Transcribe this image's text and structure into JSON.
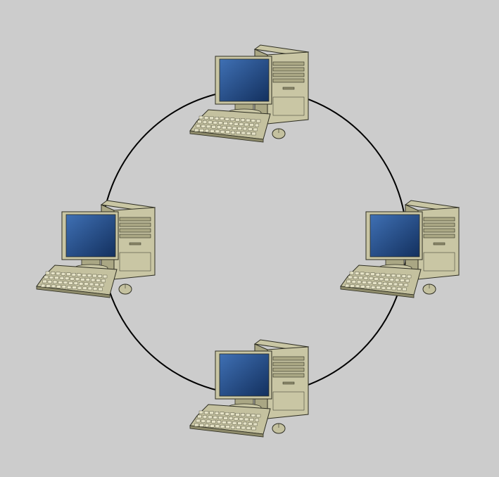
{
  "colors": {
    "background": "#cccccc",
    "ring": "#000000",
    "case_fill": "#c9c6a4",
    "case_side": "#aaa784",
    "case_dark": "#8d8a6a",
    "outline": "#2e2e22",
    "screen_light": "#3f70b4",
    "screen_dark": "#13305e",
    "keyboard_fill": "#c4c19f",
    "key_fill": "#e6e3c7"
  },
  "diagram": {
    "type": "ring-network-topology",
    "link_style": "single-ring",
    "nodes": [
      {
        "id": "computer-top",
        "icon": "desktop-computer-icon",
        "position": "top"
      },
      {
        "id": "computer-right",
        "icon": "desktop-computer-icon",
        "position": "right"
      },
      {
        "id": "computer-bottom",
        "icon": "desktop-computer-icon",
        "position": "bottom"
      },
      {
        "id": "computer-left",
        "icon": "desktop-computer-icon",
        "position": "left"
      }
    ]
  }
}
